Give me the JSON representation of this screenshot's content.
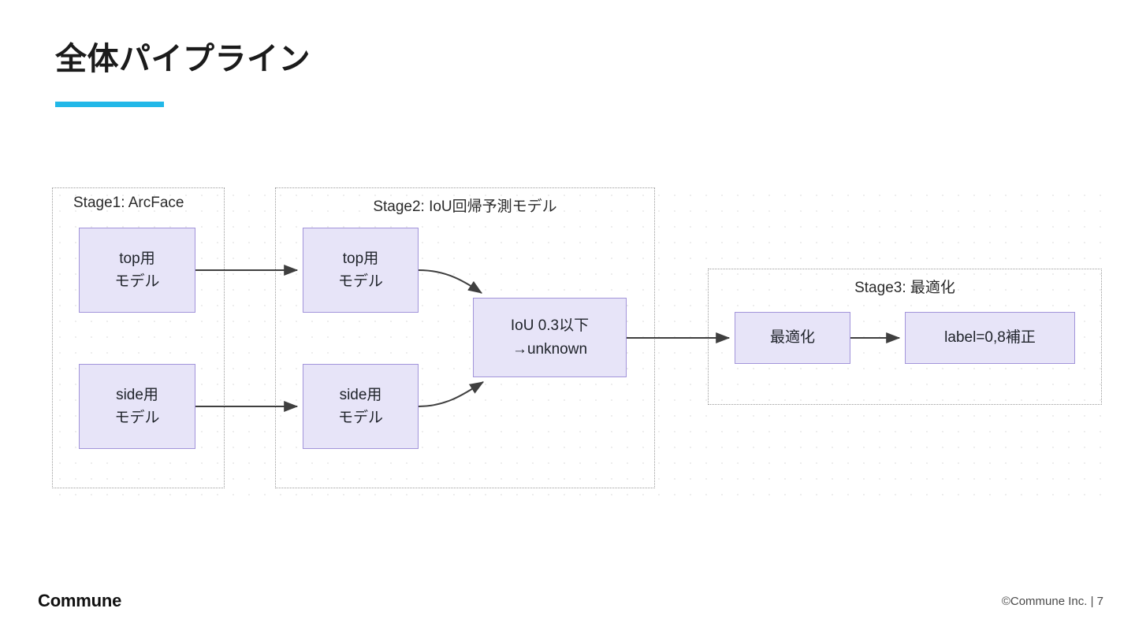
{
  "slide": {
    "title": "全体パイプライン",
    "accent_color": "#22b8e8",
    "background_color": "#ffffff"
  },
  "diagram": {
    "node_fill": "#e7e4f8",
    "node_border": "#a294da",
    "container_border": "#9b9b9b",
    "connector_color": "#3f3f3f",
    "stages": [
      {
        "id": "stage1",
        "label": "Stage1: ArcFace",
        "nodes": [
          {
            "id": "n-s1-top",
            "lines": [
              "top用",
              "モデル"
            ]
          },
          {
            "id": "n-s1-side",
            "lines": [
              "side用",
              "モデル"
            ]
          }
        ]
      },
      {
        "id": "stage2",
        "label": "Stage2: IoU回帰予測モデル",
        "nodes": [
          {
            "id": "n-s2-top",
            "lines": [
              "top用",
              "モデル"
            ]
          },
          {
            "id": "n-s2-side",
            "lines": [
              "side用",
              "モデル"
            ]
          },
          {
            "id": "n-iou",
            "lines": [
              "IoU 0.3以下",
              "→unknown"
            ]
          }
        ]
      },
      {
        "id": "stage3",
        "label": "Stage3: 最適化",
        "nodes": [
          {
            "id": "n-opt",
            "lines": [
              "最適化"
            ]
          },
          {
            "id": "n-label",
            "lines": [
              "label=0,8補正"
            ]
          }
        ]
      }
    ],
    "connectors": [
      {
        "from": "n-s1-top",
        "to": "n-s2-top",
        "style": "straight"
      },
      {
        "from": "n-s1-side",
        "to": "n-s2-side",
        "style": "straight"
      },
      {
        "from": "n-s2-top",
        "to": "n-iou",
        "style": "curved"
      },
      {
        "from": "n-s2-side",
        "to": "n-iou",
        "style": "curved"
      },
      {
        "from": "n-iou",
        "to": "n-opt",
        "style": "straight"
      },
      {
        "from": "n-opt",
        "to": "n-label",
        "style": "straight"
      }
    ]
  },
  "footer": {
    "brand": "Commune",
    "copyright": "©Commune Inc.  |  7"
  }
}
